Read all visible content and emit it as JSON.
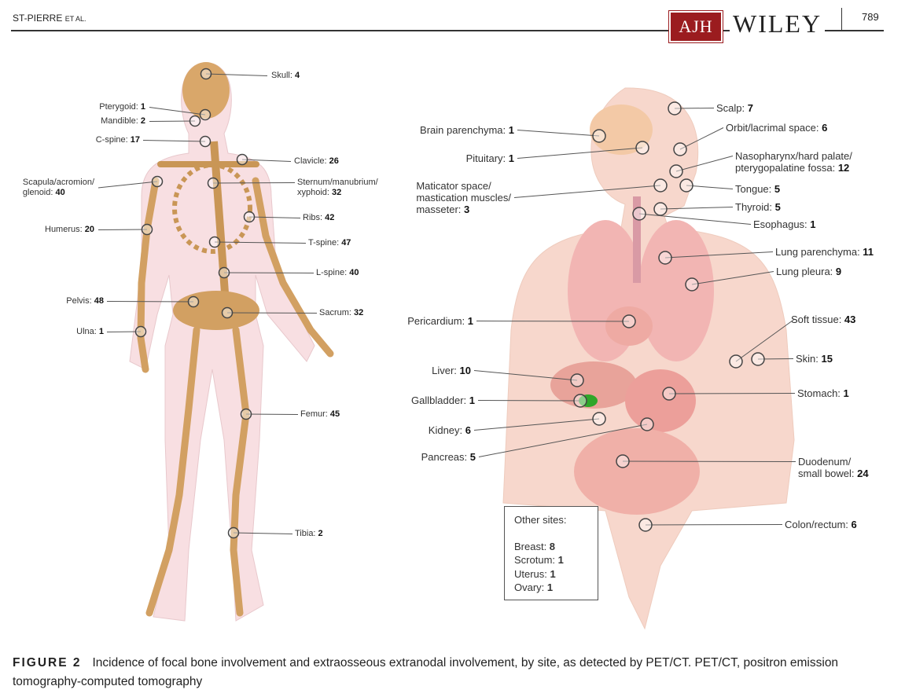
{
  "header": {
    "author": "ST-PIERRE",
    "author_suffix": "ET AL.",
    "journal_logo": "AJH",
    "publisher": "WILEY",
    "page": "789"
  },
  "skeleton_labels": [
    {
      "name": "Skull",
      "count": "4"
    },
    {
      "name": "Pterygoid",
      "count": "1"
    },
    {
      "name": "Mandible",
      "count": "2"
    },
    {
      "name": "C-spine",
      "count": "17"
    },
    {
      "name": "Clavicle",
      "count": "26"
    },
    {
      "name": "Scapula/acromion/\nglenoid",
      "count": "40"
    },
    {
      "name": "Sternum/manubrium/\nxyphoid",
      "count": "32"
    },
    {
      "name": "Ribs",
      "count": "42"
    },
    {
      "name": "Humerus",
      "count": "20"
    },
    {
      "name": "T-spine",
      "count": "47"
    },
    {
      "name": "L-spine",
      "count": "40"
    },
    {
      "name": "Pelvis",
      "count": "48"
    },
    {
      "name": "Sacrum",
      "count": "32"
    },
    {
      "name": "Ulna",
      "count": "1"
    },
    {
      "name": "Femur",
      "count": "45"
    },
    {
      "name": "Tibia",
      "count": "2"
    }
  ],
  "organ_labels": [
    {
      "name": "Scalp",
      "count": "7"
    },
    {
      "name": "Brain parenchyma",
      "count": "1"
    },
    {
      "name": "Orbit/lacrimal space",
      "count": "6"
    },
    {
      "name": "Pituitary",
      "count": "1"
    },
    {
      "name": "Nasopharynx/hard palate/\npterygopalatine fossa",
      "count": "12"
    },
    {
      "name": "Maticator space/\nmastication muscles/\nmasseter",
      "count": "3"
    },
    {
      "name": "Tongue",
      "count": "5"
    },
    {
      "name": "Thyroid",
      "count": "5"
    },
    {
      "name": "Esophagus",
      "count": "1"
    },
    {
      "name": "Lung parenchyma",
      "count": "11"
    },
    {
      "name": "Lung pleura",
      "count": "9"
    },
    {
      "name": "Pericardium",
      "count": "1"
    },
    {
      "name": "Soft tissue",
      "count": "43"
    },
    {
      "name": "Skin",
      "count": "15"
    },
    {
      "name": "Liver",
      "count": "10"
    },
    {
      "name": "Stomach",
      "count": "1"
    },
    {
      "name": "Gallbladder",
      "count": "1"
    },
    {
      "name": "Kidney",
      "count": "6"
    },
    {
      "name": "Pancreas",
      "count": "5"
    },
    {
      "name": "Duodenum/\nsmall bowel",
      "count": "24"
    },
    {
      "name": "Colon/rectum",
      "count": "6"
    }
  ],
  "other_sites": {
    "title": "Other sites:",
    "items": [
      {
        "name": "Breast",
        "count": "8"
      },
      {
        "name": "Scrotum",
        "count": "1"
      },
      {
        "name": "Uterus",
        "count": "1"
      },
      {
        "name": "Ovary",
        "count": "1"
      }
    ]
  },
  "caption": {
    "label": "FIGURE 2",
    "text": "Incidence of focal bone involvement and extraosseous extranodal involvement, by site, as detected by PET/CT. PET/CT, positron emission tomography-computed tomography"
  }
}
